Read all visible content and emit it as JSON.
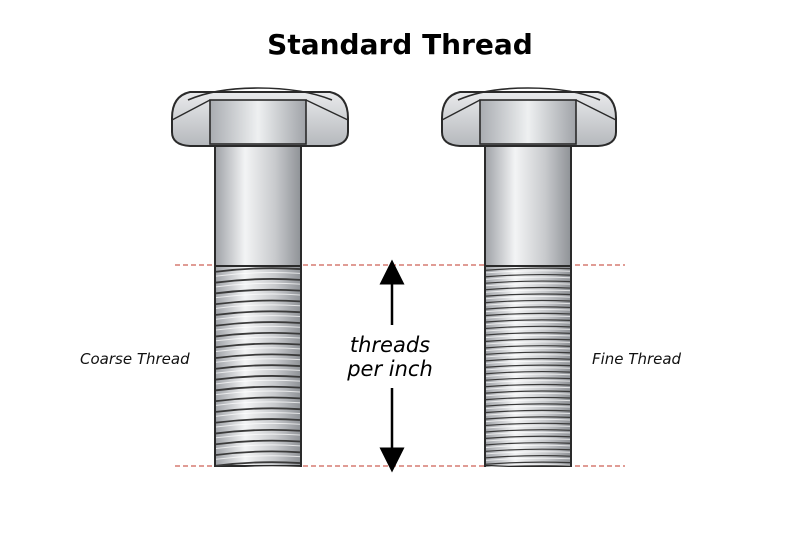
{
  "title": "Standard Thread",
  "labels": {
    "left": "Coarse Thread",
    "right": "Fine Thread",
    "measure_line1": "threads",
    "measure_line2": "per inch"
  },
  "bolts": [
    {
      "name": "coarse",
      "thread_count": 18
    },
    {
      "name": "fine",
      "thread_count": 30
    }
  ],
  "colors": {
    "guide_line": "#c0392b",
    "steel_light": "#f2f3f4",
    "steel_mid": "#c9cbce",
    "steel_dark": "#8e9196",
    "outline": "#2a2a2a"
  }
}
